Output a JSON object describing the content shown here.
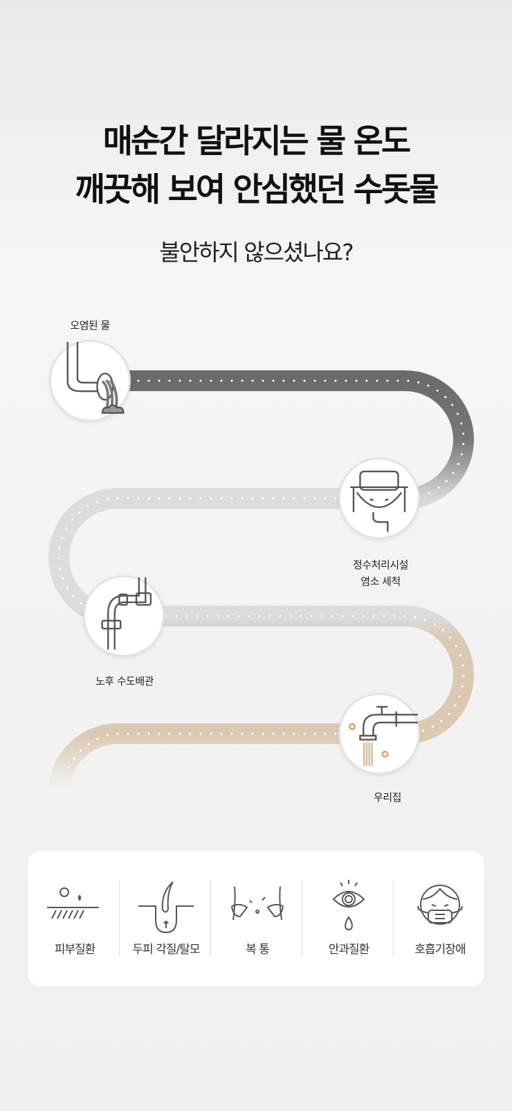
{
  "header": {
    "line1": "매순간 달라지는 물 온도",
    "line2": "깨끗해 보여 안심했던 수돗물",
    "subtitle": "불안하지 않으셨나요?"
  },
  "steps": [
    {
      "label": "오염된 물",
      "icon": "polluted-pipe-icon"
    },
    {
      "label_line1": "정수처리시설",
      "label_line2": "염소 세척",
      "icon": "water-treatment-icon"
    },
    {
      "label": "노후 수도배관",
      "icon": "old-pipe-icon"
    },
    {
      "label": "우리집",
      "icon": "faucet-icon"
    }
  ],
  "symptoms": [
    {
      "label": "피부질환",
      "icon": "skin-icon"
    },
    {
      "label": "두피 각질/탈모",
      "icon": "hair-follicle-icon"
    },
    {
      "label": "복 통",
      "icon": "stomach-ache-icon"
    },
    {
      "label": "안과질환",
      "icon": "eye-icon"
    },
    {
      "label": "호흡기장애",
      "icon": "mask-face-icon"
    }
  ],
  "colors": {
    "pipe1": "#6b6b6e",
    "pipe2": "#dcdcdc",
    "pipe3": "#dcc9b3",
    "pipe4": "#dcc9b3"
  }
}
